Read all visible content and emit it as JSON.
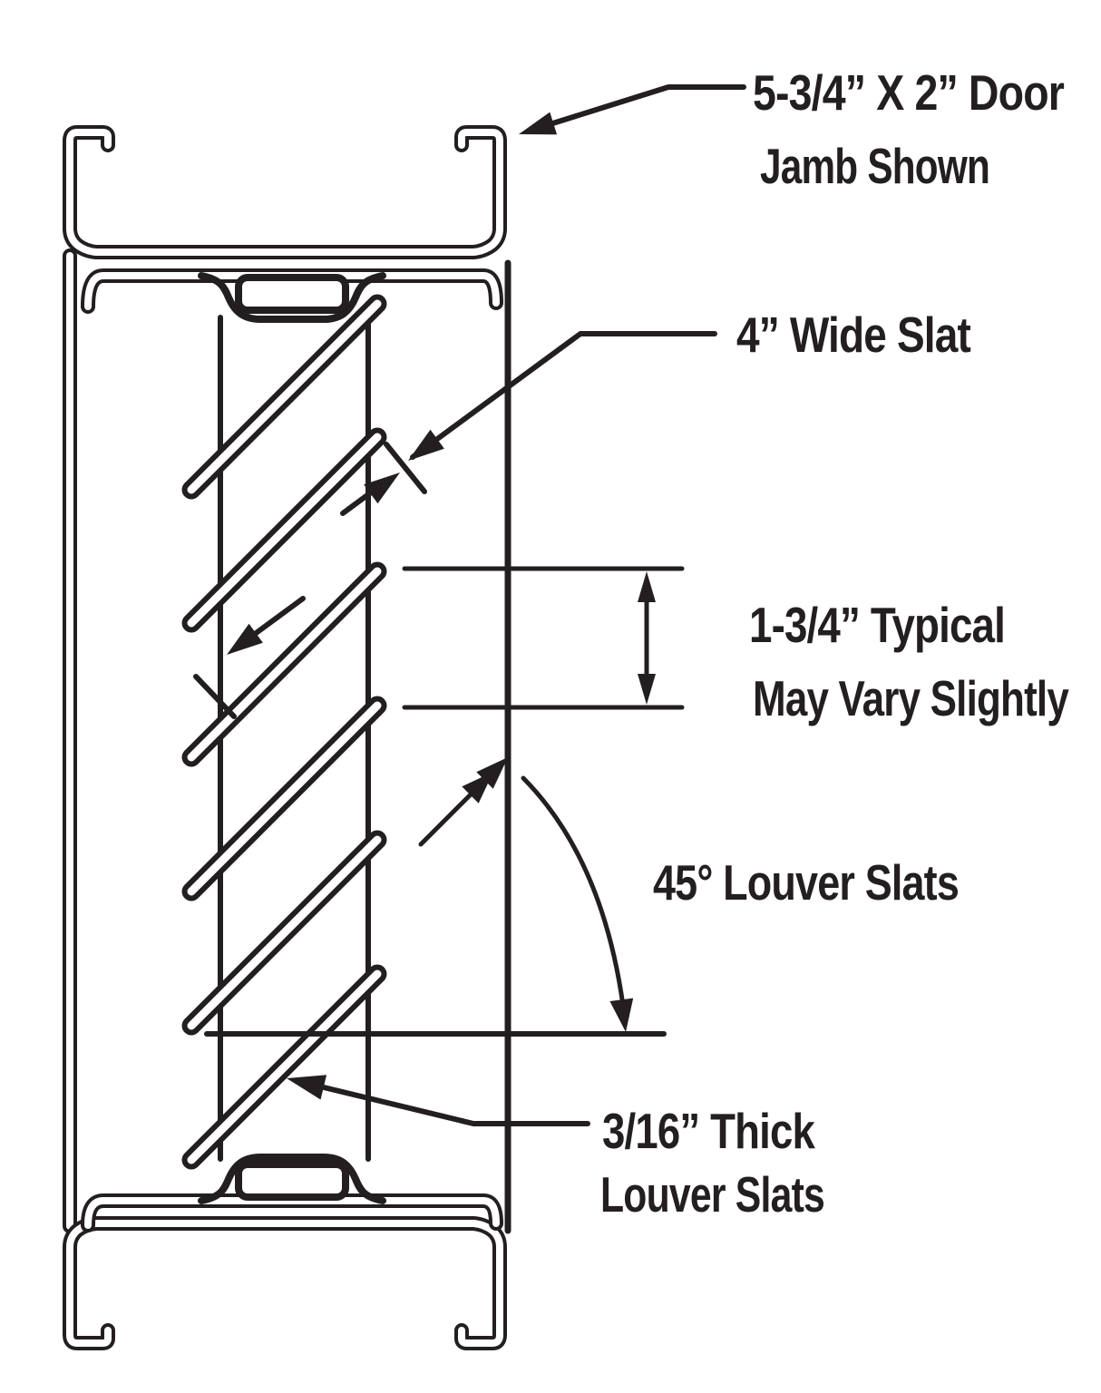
{
  "diagram": {
    "title_implied": "Louvered door frame section",
    "ink_color": "#231f20",
    "background_color": "#ffffff",
    "slat_count": 6,
    "labels": {
      "jamb_line1": "5-3/4” X 2” Door",
      "jamb_line2": "Jamb Shown",
      "slat_width": "4” Wide Slat",
      "spacing_line1": "1-3/4” Typical",
      "spacing_line2": "May Vary Slightly",
      "angle": "45° Louver Slats",
      "thickness_line1": "3/16” Thick",
      "thickness_line2": "Louver Slats"
    }
  }
}
